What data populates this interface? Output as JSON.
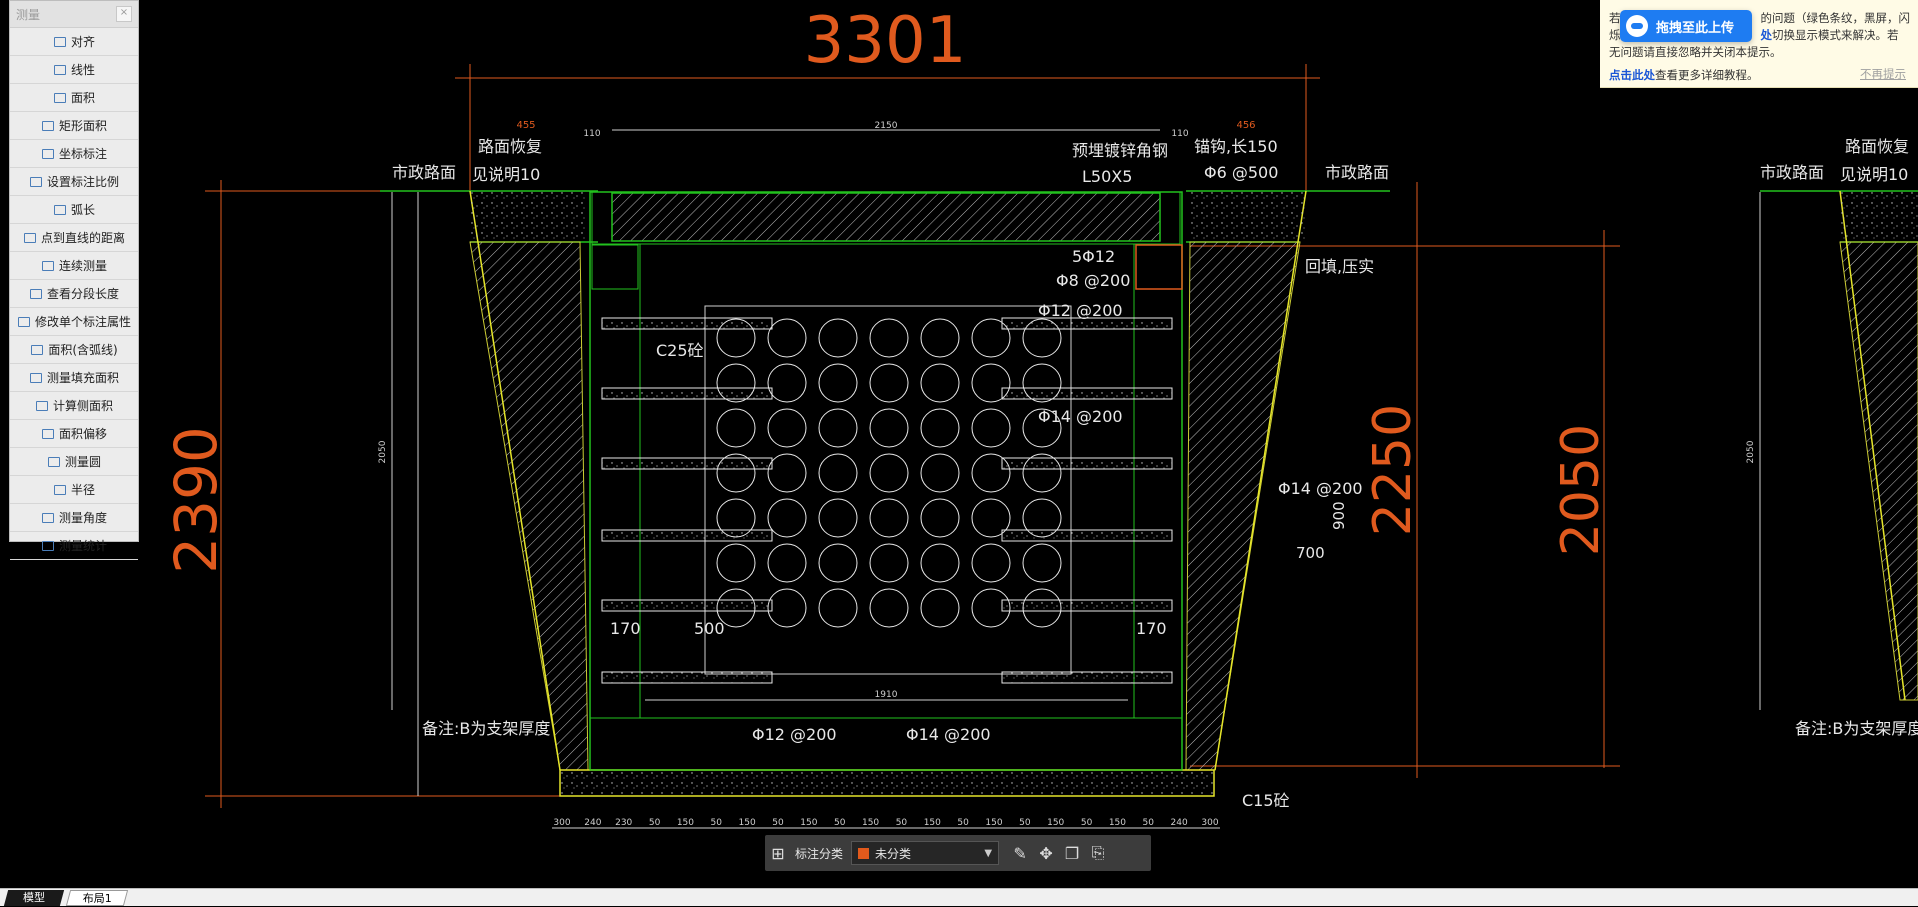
{
  "panel": {
    "title": "测量",
    "close": "×",
    "tools": [
      "对齐",
      "线性",
      "面积",
      "矩形面积",
      "坐标标注",
      "设置标注比例",
      "弧长",
      "点到直线的距离",
      "连续测量",
      "查看分段长度",
      "修改单个标注属性",
      "面积(含弧线)",
      "测量填充面积",
      "计算侧面积",
      "面积偏移",
      "测量圆",
      "半径",
      "测量角度",
      "测量统计"
    ]
  },
  "notice": {
    "line1_a": "若",
    "line1_b": "的问题（绿色条纹，黑屏，闪",
    "line2_a": "烁",
    "line2_link": "处",
    "line2_b": "切换显示模式来解决。若",
    "line3": "无问题请直接忽略并关闭本提示。",
    "line4_link": "点击此处",
    "line4_b": "查看更多详细教程。",
    "dismiss": "不再提示",
    "upload_label": "拖拽至此上传"
  },
  "toolbar": {
    "category_label": "标注分类",
    "category_value": "未分类",
    "category_color": "#e25a1c"
  },
  "tabs": {
    "model": "模型",
    "layout1": "布局1"
  },
  "drawing": {
    "dim_top": "3301",
    "dim_left": "2390",
    "dim_r1": "2250",
    "dim_r2": "2050",
    "lbl_road": "市政路面",
    "lbl_road_r": "市政路面",
    "lbl_restore1": "路面恢复",
    "lbl_restore2": "见说明10",
    "lbl_restore1_r": "路面恢复",
    "lbl_restore2_r": "见说明10",
    "lbl_angle1": "预埋镀锌角钢",
    "lbl_angle2": "L50X5",
    "lbl_anchor1": "锚钩,长150",
    "lbl_anchor2": "Φ6 @500",
    "lbl_backfill": "回填,压实",
    "lbl_rebar1": "5Φ12",
    "lbl_rebar2": "Φ8 @200",
    "lbl_c25": "C25砼",
    "lbl_r12_200": "Φ12 @200",
    "lbl_r14_200a": "Φ14 @200",
    "lbl_r14_200b": "Φ14 @200",
    "lbl_r12_200b": "Φ12 @200",
    "lbl_r14_200c": "Φ14 @200",
    "lbl_900": "900",
    "lbl_700": "700",
    "lbl_170a": "170",
    "lbl_500": "500",
    "lbl_170b": "170",
    "lbl_note": "备注:B为支架厚度",
    "lbl_note_r": "备注:B为支架厚度",
    "lbl_c15": "C15砼",
    "dim_455": "455",
    "dim_456": "456",
    "dim_110a": "110",
    "dim_110b": "110",
    "dim_2150": "2150",
    "dim_1910": "1910",
    "dim_2050v": "2050",
    "dim_2050v_r": "2050",
    "bottom_dims": [
      "300",
      "240",
      "230",
      "50",
      "150",
      "50",
      "150",
      "50",
      "150",
      "50",
      "150",
      "50",
      "150",
      "50",
      "150",
      "50",
      "150",
      "50",
      "150",
      "50",
      "240",
      "300"
    ]
  }
}
